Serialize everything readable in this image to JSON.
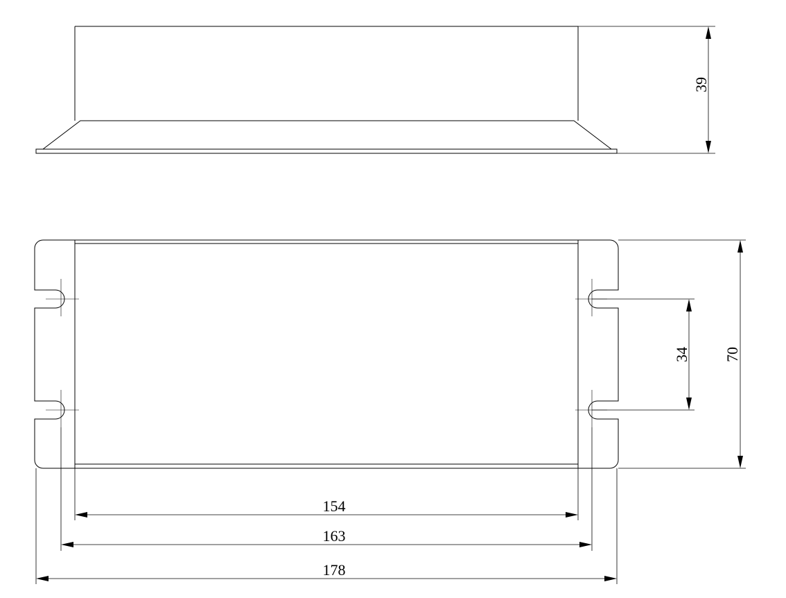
{
  "colors": {
    "line": "#000000",
    "background": "#ffffff"
  },
  "dimensions": {
    "height_side": "39",
    "hole_spacing": "34",
    "height_top": "70",
    "width_body": "154",
    "width_holes": "163",
    "width_overall": "178"
  }
}
